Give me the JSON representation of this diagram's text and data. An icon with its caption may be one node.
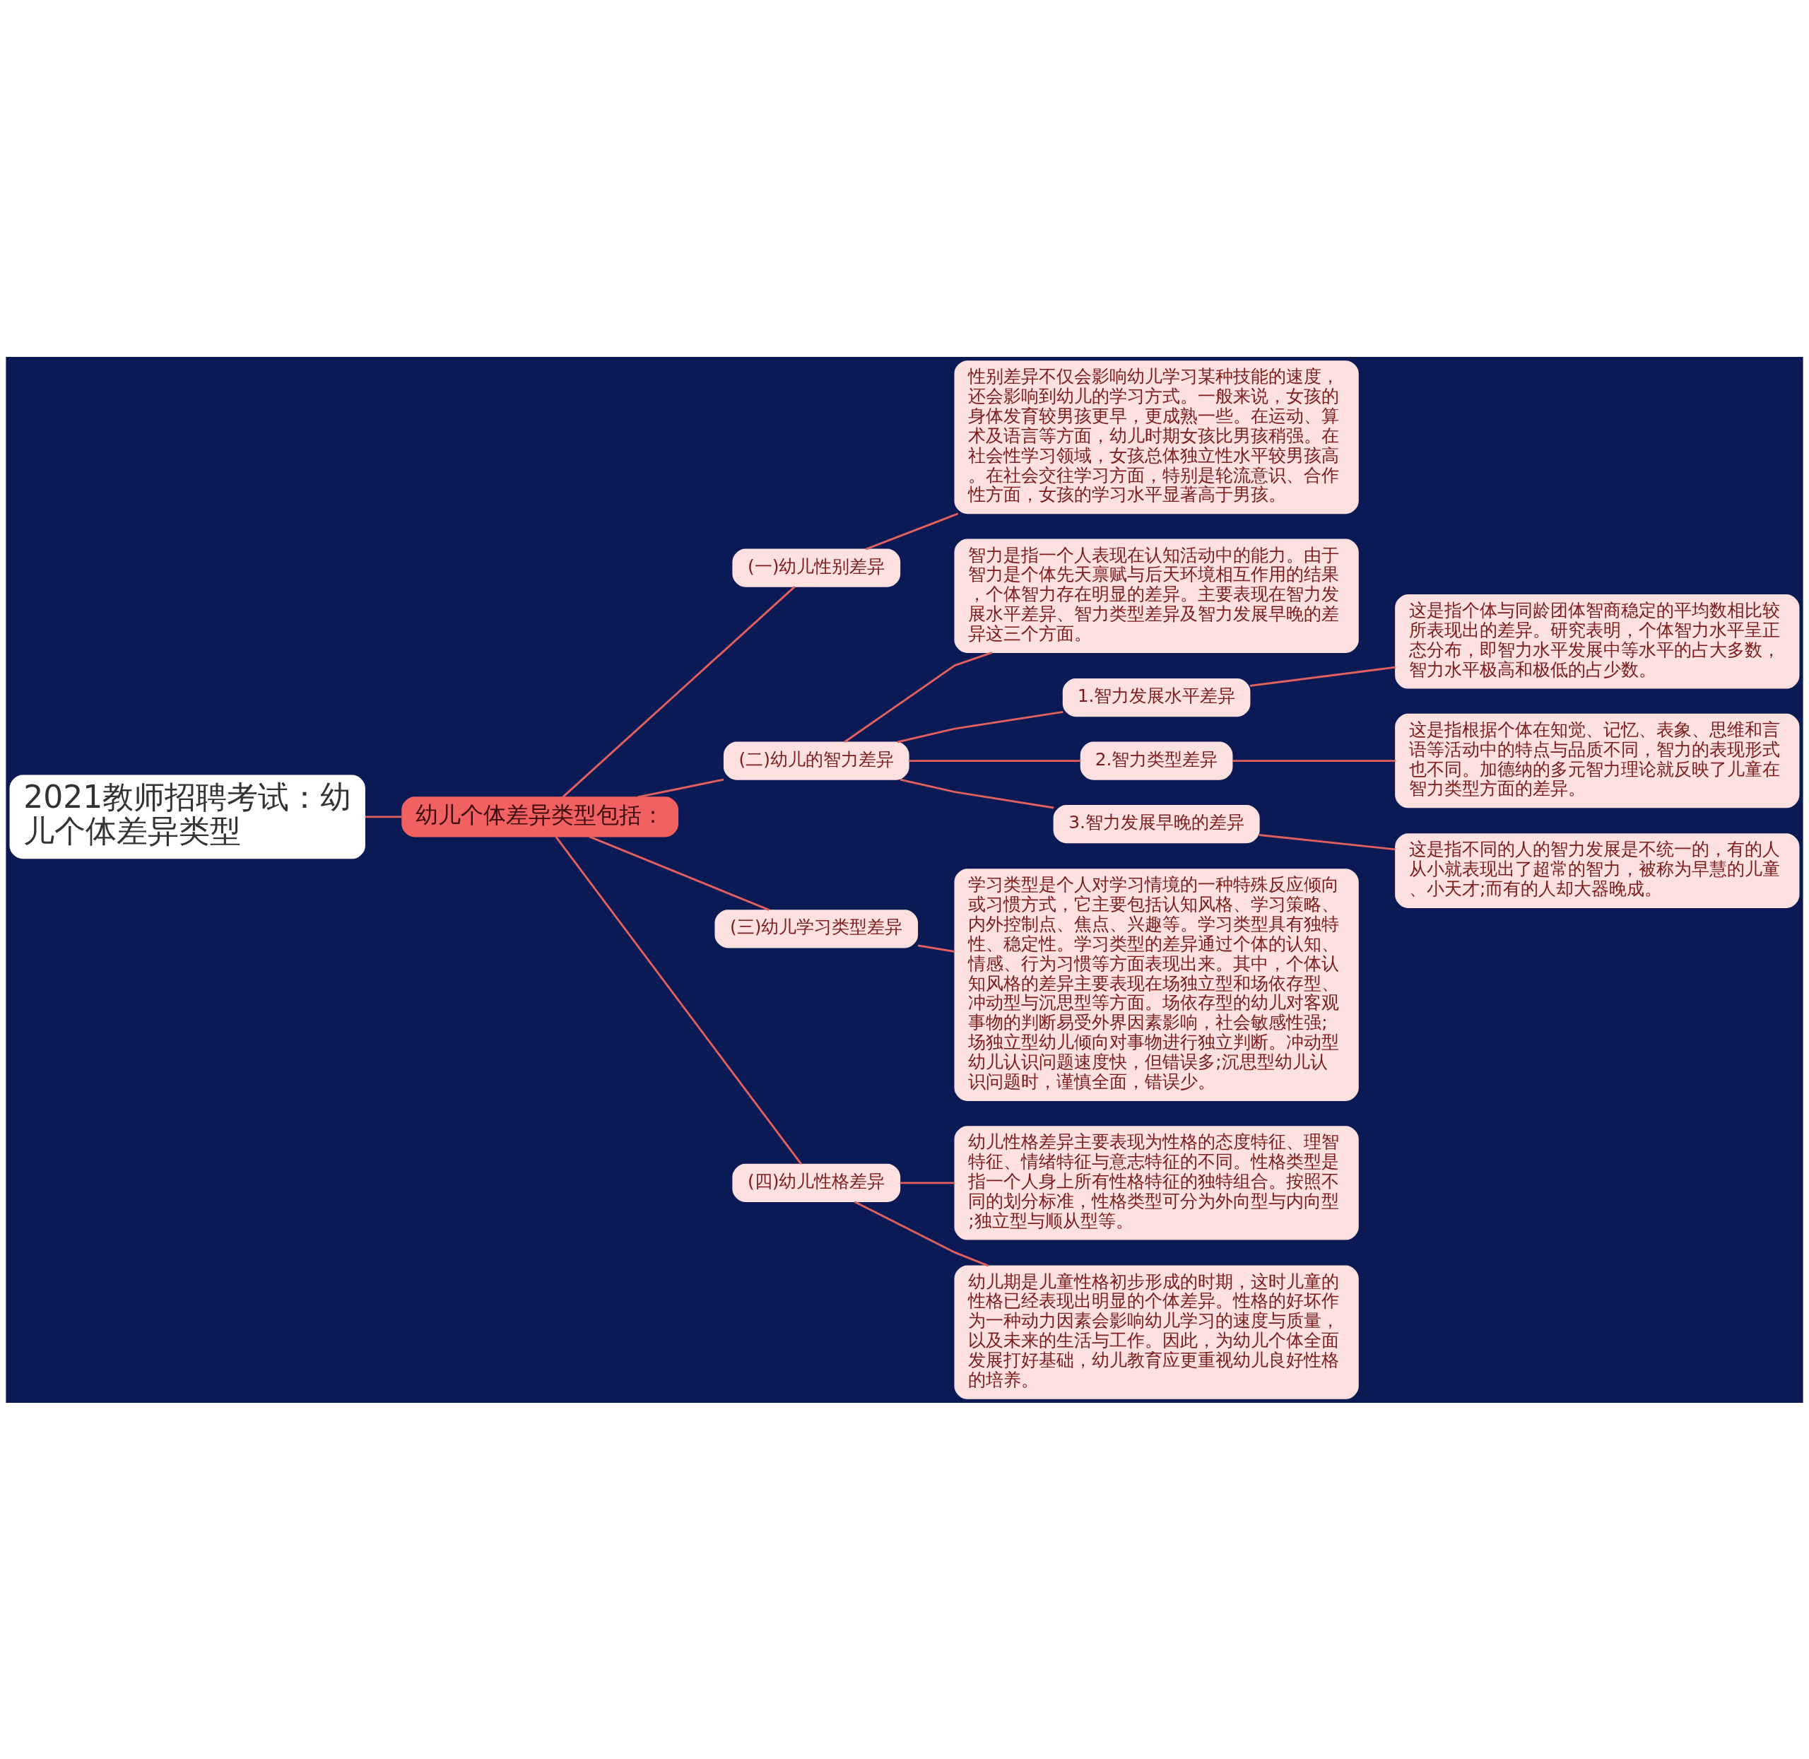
{
  "diagram": {
    "nodes": [
      {
        "text": [
          "2021教师招聘考试：幼儿个体差异类型"
        ]
      },
      {
        "text": [
          "幼儿个体差异类型包括："
        ]
      },
      {
        "text": [
          "(一)幼儿性别差异"
        ]
      },
      {
        "text": [
          "性别差异不仅会影响幼儿学习某种技能的速度，还会影响到幼儿的学习方式。一般来说，女孩的身体发育较男孩更早，更成熟一些。在运动、算术及语言等方面，幼儿时期女孩比男孩稍强。在社会性学习领域，女孩总体独立性水平较男孩高。在社会交往学习方面，特别是轮流意识、合作性方面，女孩的学习水平显著高于男孩。"
        ]
      },
      {
        "text": [
          "(二)幼儿的智力差异"
        ]
      },
      {
        "text": [
          "智力是指一个人表现在认知活动中的能力。由于智力是个体先天禀赋与后天环境相互作用的结果，个体智力存在明显的差异。主要表现在智力发展水平差异、智力类型差异及智力发展早晚的差异这三个方面。"
        ]
      },
      {
        "text": [
          "1.智力发展水平差异"
        ]
      },
      {
        "text": [
          "这是指个体与同龄团体智商稳定的平均数相比较所表现出的差异。研究表明，个体智力水平呈正态分布，即智力水平发展中等水平的占大多数，智力水平极高和极低的占少数。"
        ]
      },
      {
        "text": [
          "2.智力类型差异"
        ]
      },
      {
        "text": [
          "这是指根据个体在知觉、记忆、表象、思维和言语等活动中的特点与品质不同，智力的表现形式也不同。加德纳的多元智力理论就反映了儿童在智力类型方面的差异。"
        ]
      },
      {
        "text": [
          "3.智力发展早晚的差异"
        ]
      },
      {
        "text": [
          "这是指不同的人的智力发展是不统一的，有的人从小就表现出了超常的智力，被称为早慧的儿童、小天才;而有的人却大器晚成。"
        ]
      },
      {
        "text": [
          "(三)幼儿学习类型差异"
        ]
      },
      {
        "text": [
          "学习类型是个人对学习情境的一种特殊反应倾向或习惯方式，它主要包括认知风格、学习策略、内外控制点、焦点、兴趣等。学习类型具有独特性、稳定性。学习类型的差异通过个体的认知、情感、行为习惯等方面表现出来。其中，个体认知风格的差异主要表现在场独立型和场依存型、冲动型与沉思型等方面。场依存型的幼儿对客观事物的判断易受外界因素影响，社会敏感性强;场独立型幼儿倾向对事物进行独立判断。冲动型幼儿认识问题速度快，但错误多;沉思型幼儿认识问题时，谨慎全面，错误少。"
        ]
      },
      {
        "text": [
          "(四)幼儿性格差异"
        ]
      },
      {
        "text": [
          "幼儿性格差异主要表现为性格的态度特征、理智特征、情绪特征与意志特征的不同。性格类型是指一个人身上所有性格特征的独特组合。按照不同的划分标准，性格类型可分为外向型与内向型;独立型与顺从型等。"
        ]
      },
      {
        "text": [
          "幼儿期是儿童性格初步形成的时期，这时儿童的性格已经表现出明显的个体差异。性格的好坏作为一种动力因素会影响幼儿学习的速度与质量，以及未来的生活与工作。因此，为幼儿个体全面发展打好基础，幼儿教育应更重视幼儿良好性格的培养。"
        ]
      }
    ],
    "edges": [
      {
        "from": 0,
        "to": 1,
        "arrow": "none"
      },
      {
        "from": 1,
        "to": 2,
        "arrow": "none"
      },
      {
        "from": 2,
        "to": 3,
        "arrow": "none"
      },
      {
        "from": 1,
        "to": 4,
        "arrow": "none"
      },
      {
        "from": 4,
        "to": 5,
        "arrow": "none"
      },
      {
        "from": 4,
        "to": 6,
        "arrow": "none"
      },
      {
        "from": 6,
        "to": 7,
        "arrow": "none"
      },
      {
        "from": 4,
        "to": 8,
        "arrow": "none"
      },
      {
        "from": 8,
        "to": 9,
        "arrow": "none"
      },
      {
        "from": 4,
        "to": 10,
        "arrow": "none"
      },
      {
        "from": 10,
        "to": 11,
        "arrow": "none"
      },
      {
        "from": 1,
        "to": 12,
        "arrow": "none"
      },
      {
        "from": 12,
        "to": 13,
        "arrow": "none"
      },
      {
        "from": 1,
        "to": 14,
        "arrow": "none"
      },
      {
        "from": 14,
        "to": 15,
        "arrow": "none"
      },
      {
        "from": 14,
        "to": 16,
        "arrow": "none"
      }
    ]
  }
}
